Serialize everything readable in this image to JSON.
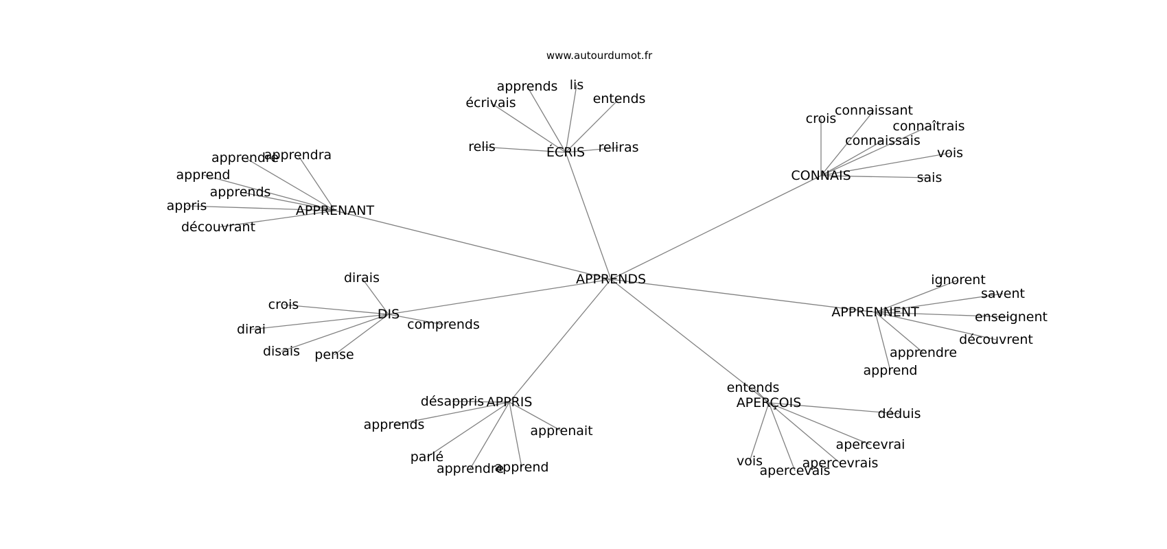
{
  "source": "www.autourdumot.fr",
  "center": "APPRENDS",
  "groups": [
    {
      "hub": "ÉCRIS",
      "words": [
        "écrivais",
        "apprends",
        "lis",
        "entends",
        "relis",
        "reliras"
      ]
    },
    {
      "hub": "CONNAIS",
      "words": [
        "crois",
        "connaissant",
        "connaîtrais",
        "connaissais",
        "vois",
        "sais"
      ]
    },
    {
      "hub": "APPRENANT",
      "words": [
        "apprendre",
        "apprendra",
        "apprend",
        "apprends",
        "appris",
        "découvrant"
      ]
    },
    {
      "hub": "DIS",
      "words": [
        "dirais",
        "crois",
        "dirai",
        "disais",
        "pense",
        "comprends"
      ]
    },
    {
      "hub": "APPRENNENT",
      "words": [
        "ignorent",
        "savent",
        "enseignent",
        "découvrent",
        "apprendre",
        "apprend"
      ]
    },
    {
      "hub": "APPRIS",
      "words": [
        "désappris",
        "apprends",
        "parlé",
        "apprendre",
        "apprend",
        "apprenait"
      ]
    },
    {
      "hub": "APERÇOIS",
      "words": [
        "entends",
        "déduis",
        "apercevrai",
        "apercevrais",
        "apercevais",
        "vois"
      ]
    }
  ]
}
